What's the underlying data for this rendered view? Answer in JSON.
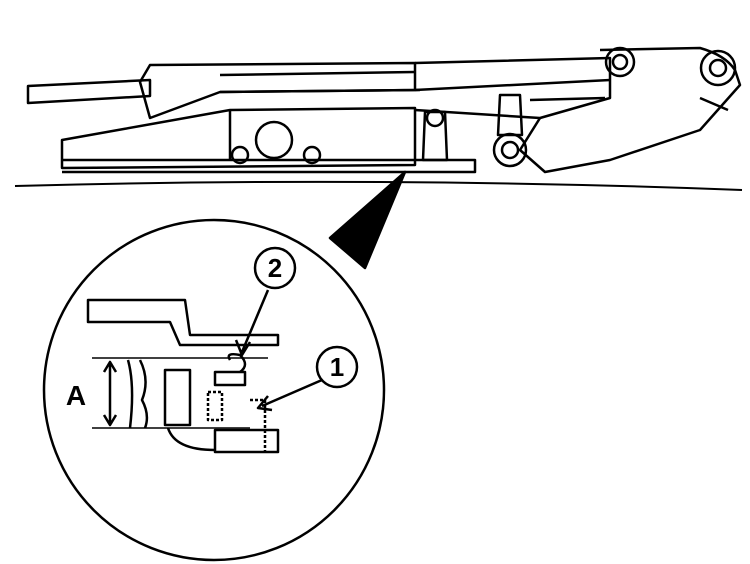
{
  "diagram": {
    "callouts": [
      {
        "id": "callout-2",
        "label": "2"
      },
      {
        "id": "callout-1",
        "label": "1"
      }
    ],
    "dimension_label": "A",
    "colors": {
      "line": "#000000",
      "background": "#ffffff"
    }
  }
}
